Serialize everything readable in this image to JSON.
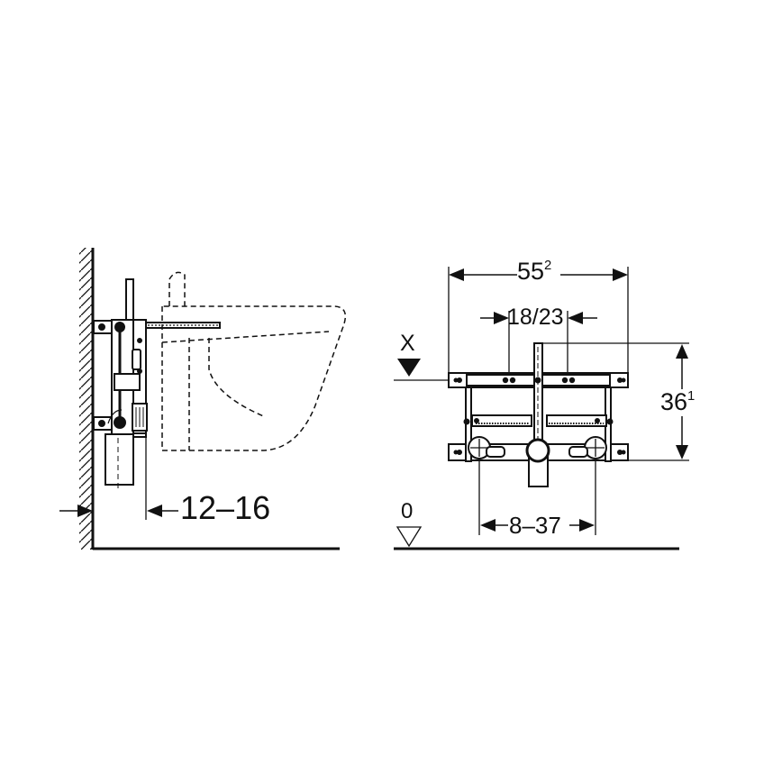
{
  "diagram": {
    "type": "technical-installation-drawing",
    "stroke_color": "#111111",
    "background": "#ffffff",
    "side_view": {
      "title": "side-view",
      "dimension_wall_gap": {
        "value": "12–16"
      }
    },
    "front_view": {
      "dimension_width": {
        "value": "55",
        "sup": "2"
      },
      "dimension_fixing_holes": {
        "value": "18/23"
      },
      "dimension_height": {
        "value": "36",
        "sup": "1"
      },
      "dimension_connection_spacing": {
        "value": "8–37"
      },
      "level_marker_x": {
        "label": "X"
      },
      "level_marker_floor": {
        "label": "0"
      }
    }
  }
}
